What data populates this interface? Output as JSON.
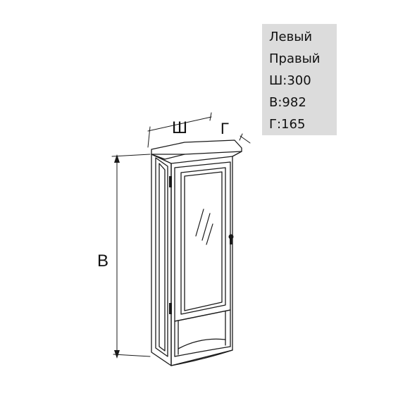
{
  "specs": {
    "left": "Левый",
    "right": "Правый",
    "width": "Ш:300",
    "height": "В:982",
    "depth": "Г:165"
  },
  "dimension_labels": {
    "width": "Ш",
    "height": "В",
    "depth": "Г"
  },
  "colors": {
    "line": "#1a1a1a",
    "spec_background": "#dcdcdc"
  }
}
